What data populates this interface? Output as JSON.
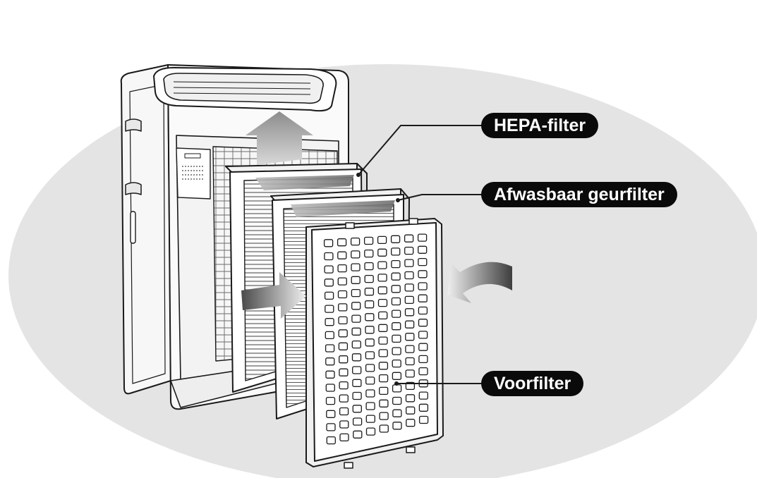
{
  "labels": {
    "hepa": "HEPA-filter",
    "geur": "Afwasbaar geurfilter",
    "voor": "Voorfilter"
  },
  "colors": {
    "background_ellipse": "#e4e4e4",
    "label_fill": "#0a0a0a",
    "label_text": "#ffffff",
    "line": "#1a1a1a"
  },
  "icons": {
    "airflow": "gradient-arrow-icon"
  }
}
